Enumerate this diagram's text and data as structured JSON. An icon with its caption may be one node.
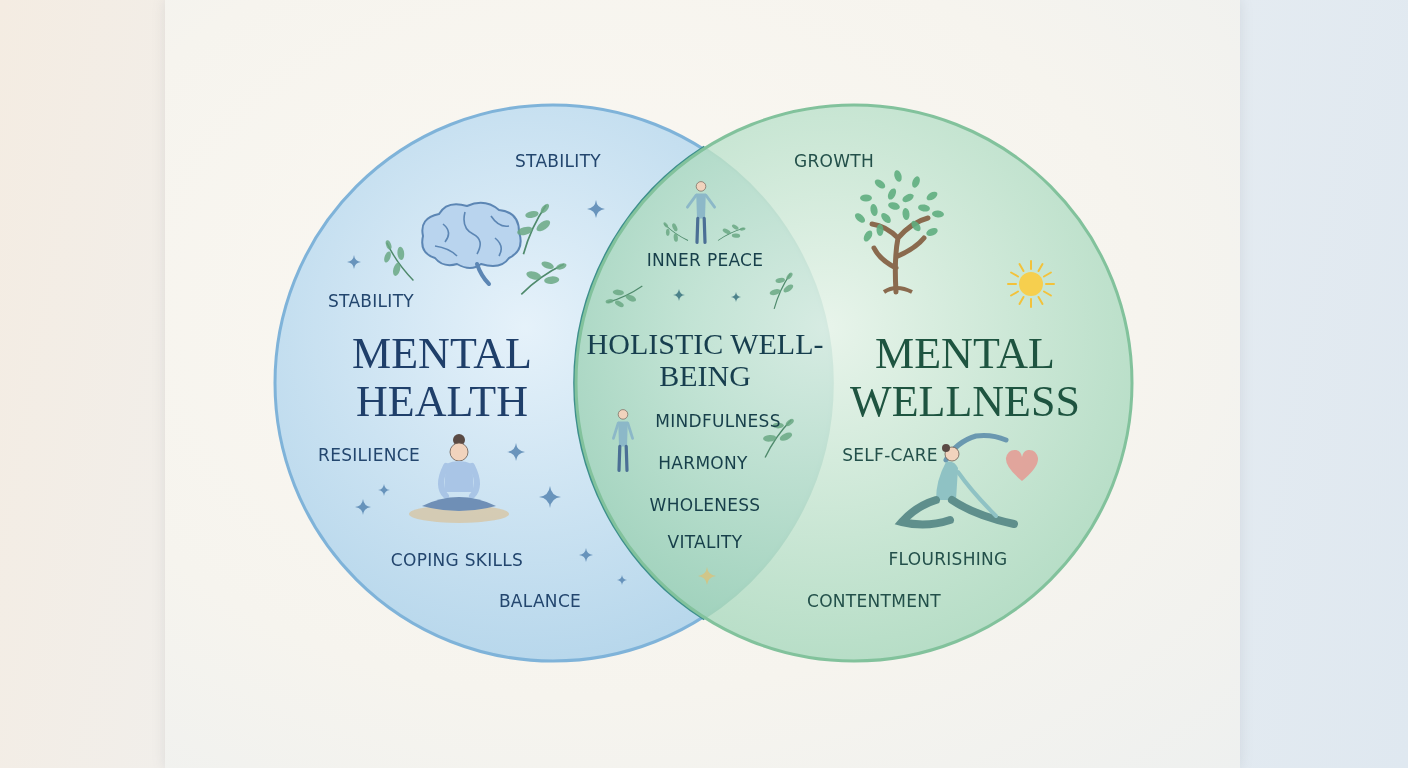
{
  "diagram": {
    "nodes": [
      {
        "text": [
          "STABILITY",
          "STABILITY",
          "MENTAL HEALTH",
          "RESILIENCE",
          "COPING SKILLS",
          "BALANCE"
        ]
      },
      {
        "text": [
          "INNER PEACE",
          "HOLISTIC WELL-BEING",
          "MINDFULNESS",
          "HARMONY",
          "WHOLENESS",
          "VITALITY"
        ]
      },
      {
        "text": [
          "GROWTH",
          "MENTAL WELLNESS",
          "SELF-CARE",
          "FLOURISHING",
          "CONTENTMENT"
        ]
      }
    ]
  }
}
